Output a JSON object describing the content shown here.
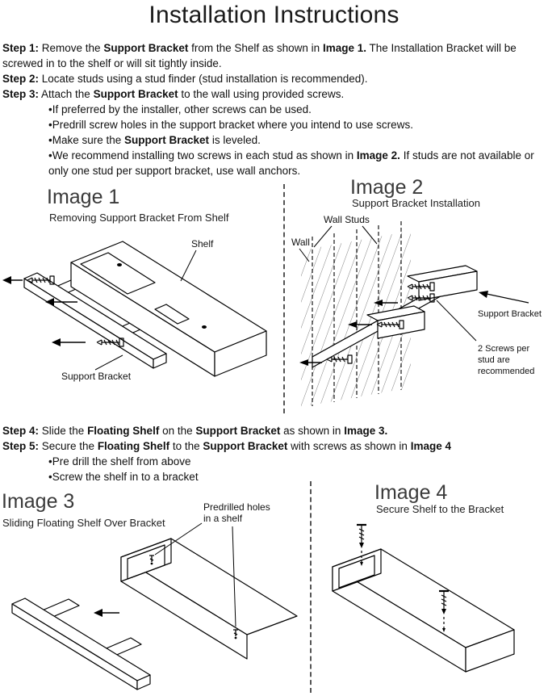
{
  "title": "Installation Instructions",
  "steps_top": {
    "step1": [
      "Step 1:",
      " Remove the ",
      "Support Bracket",
      " from the Shelf as shown in ",
      "Image 1.",
      " The Installation Bracket will be screwed in to the shelf or will sit tightly inside."
    ],
    "step2": [
      "Step 2:",
      " Locate studs using a stud finder (stud installation is recommended)."
    ],
    "step3": [
      "Step 3:",
      " Attach the ",
      "Support Bracket",
      " to the wall using provided screws."
    ],
    "bullet1": "•If preferred by the installer, other screws can be used.",
    "bullet2": "•Predrill screw holes in the support bracket where you intend to use screws.",
    "bullet3": [
      "•Make sure the ",
      "Support Bracket",
      " is leveled."
    ],
    "bullet4": [
      "•We recommend installing two screws in each stud as shown in ",
      "Image 2.",
      " If studs are not available or only one stud per support bracket, use wall anchors."
    ]
  },
  "steps_bottom": {
    "step4": [
      "Step 4:",
      " Slide the ",
      "Floating Shelf",
      " on the ",
      "Support Bracket",
      " as shown in ",
      "Image 3."
    ],
    "step5": [
      "Step 5:",
      " Secure the ",
      "Floating Shelf",
      " to the ",
      "Support Bracket",
      " with screws as shown in ",
      "Image 4"
    ],
    "bullet1": "•Pre drill the shelf from above",
    "bullet2": "•Screw the shelf in to a bracket"
  },
  "fig1": {
    "heading": "Image 1",
    "subtitle": "Removing Support Bracket From Shelf",
    "label_shelf": "Shelf",
    "label_bracket": "Support Bracket"
  },
  "fig2": {
    "heading": "Image 2",
    "subtitle": "Support Bracket Installation",
    "label_wall_studs": "Wall Studs",
    "label_wall": "Wall",
    "label_bracket": "Support Bracket",
    "label_screws_line1": "2 Screws per",
    "label_screws_line2": "stud are",
    "label_screws_line3": "recommended"
  },
  "fig3": {
    "heading": "Image 3",
    "subtitle": "Sliding Floating Shelf Over Bracket",
    "label_holes_line1": "Predrilled holes",
    "label_holes_line2": "in a shelf"
  },
  "fig4": {
    "heading": "Image 4",
    "subtitle": "Secure Shelf to the Bracket"
  }
}
